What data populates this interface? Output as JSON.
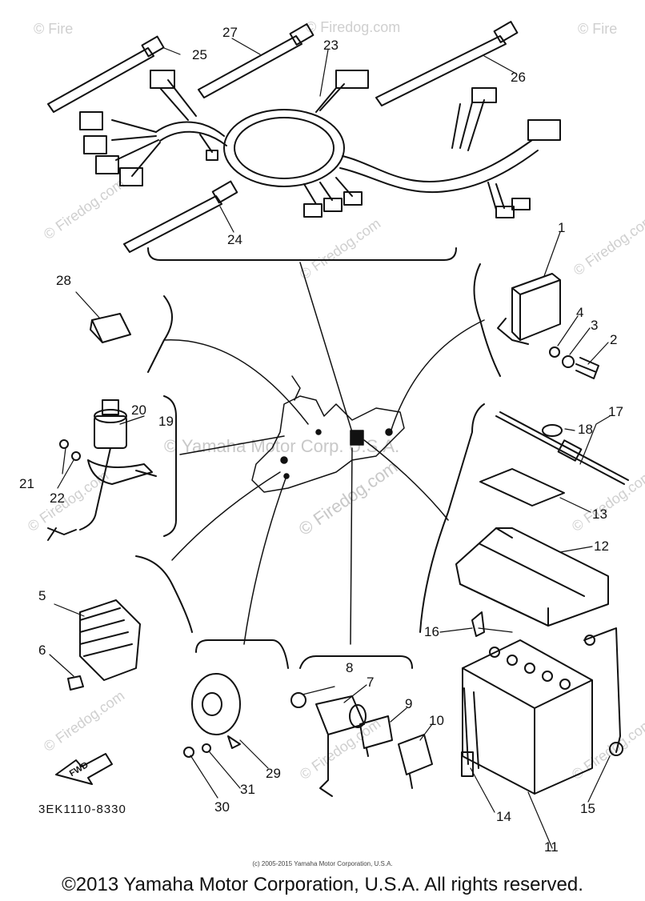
{
  "diagram": {
    "code": "3EK1110-8330",
    "fwd_label": "FWD",
    "part_labels": [
      "1",
      "2",
      "3",
      "4",
      "5",
      "6",
      "7",
      "8",
      "9",
      "10",
      "11",
      "12",
      "13",
      "14",
      "15",
      "16",
      "17",
      "18",
      "19",
      "20",
      "21",
      "22",
      "23",
      "24",
      "25",
      "26",
      "27",
      "28",
      "29",
      "30",
      "31"
    ],
    "watermarks": {
      "firedog": "© Firedog.com",
      "firedog_short": "Firedog.com",
      "corner": "© Fire",
      "yamaha_overlay": "© Yamaha Motor Corp. U.S.A."
    }
  },
  "footer": {
    "small_note": "(c) 2005-2015 Yamaha Motor Corporation, U.S.A.",
    "copyright": "©2013 Yamaha Motor Corporation, U.S.A. All rights reserved."
  }
}
